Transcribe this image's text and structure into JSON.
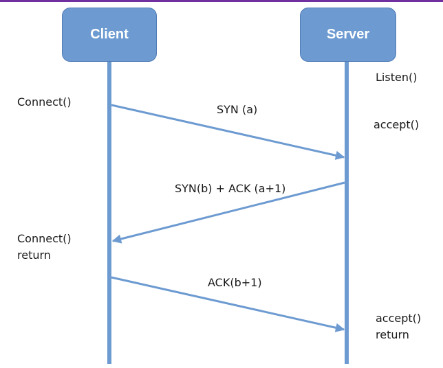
{
  "participants": {
    "client": "Client",
    "server": "Server"
  },
  "messages": [
    {
      "label": "SYN  (a)",
      "from": "client",
      "to": "server"
    },
    {
      "label": "SYN(b)  +  ACK  (a+1)",
      "from": "server",
      "to": "client"
    },
    {
      "label": "ACK(b+1)",
      "from": "client",
      "to": "server"
    }
  ],
  "client_notes": {
    "connect": "Connect()",
    "connect_return_1": "Connect()",
    "connect_return_2": "return"
  },
  "server_notes": {
    "listen": "Listen()",
    "accept": "accept()",
    "accept_return_1": "accept()",
    "accept_return_2": "return"
  },
  "colors": {
    "accent": "#6d9bd1",
    "border": "#4f7bb6",
    "top_bar": "#7030a0"
  }
}
